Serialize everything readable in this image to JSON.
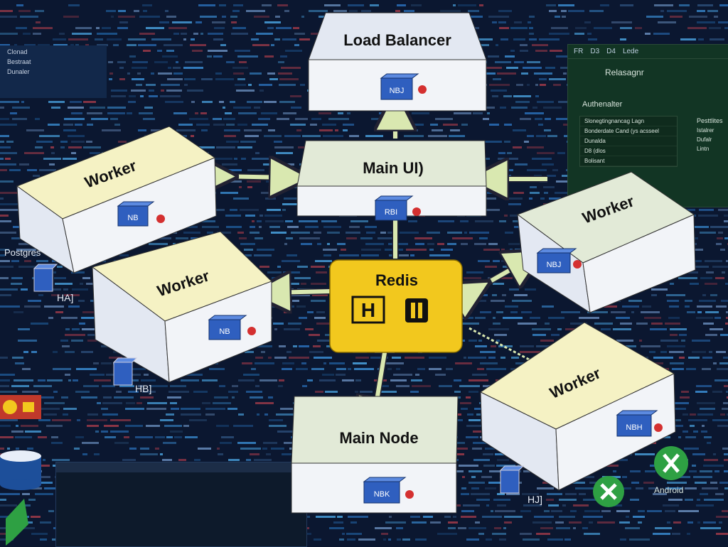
{
  "colors": {
    "background": "#0b1730",
    "box_top": "#f5f2c4",
    "box_side": "#f2f4f8",
    "main_box_top": "#e2ead7",
    "redis_fill": "#f2c81e",
    "arrow_fill": "#d9e8b0",
    "cube_blue": "#2f5fbf",
    "android_green": "#2ea043",
    "side_panel": "#123524"
  },
  "diagram": {
    "load_balancer": {
      "label": "Load Balancer",
      "cube_label": "NBJ"
    },
    "main_ui": {
      "label": "Main  UI)",
      "cube_label": "RBI"
    },
    "redis": {
      "label": "Redis",
      "badge_letter": "H"
    },
    "main_node": {
      "label": "Main  Node",
      "cube_label": "NBK"
    },
    "workers": [
      {
        "label": "Worker",
        "cube_label": "NB"
      },
      {
        "label": "Worker",
        "cube_label": "NB"
      },
      {
        "label": "Worker",
        "cube_label": "NBJ"
      },
      {
        "label": "Worker",
        "cube_label": "NBH"
      }
    ]
  },
  "side_labels": {
    "postgres": "Postgres",
    "ha": "HA]",
    "hb": "HB]",
    "hj": "HJ]",
    "android": "Android"
  },
  "side_panel": {
    "tabs": [
      "FR",
      "D3",
      "D4",
      "Lede"
    ],
    "title": "Relasagnr",
    "subtitle": "Authenalter",
    "list": [
      "Slonegtingnancag Lagn",
      "Bonderdate Cand (ys acsseel",
      "Dunalda",
      "D8 (dlos",
      "Bolisant"
    ],
    "col_header": "Pesttlites",
    "col_items": [
      "Istalrer",
      "Dufalr",
      "Lintn"
    ]
  },
  "left_panel": {
    "items": [
      "Clonad",
      "Bestraat",
      "Dunaler"
    ]
  }
}
